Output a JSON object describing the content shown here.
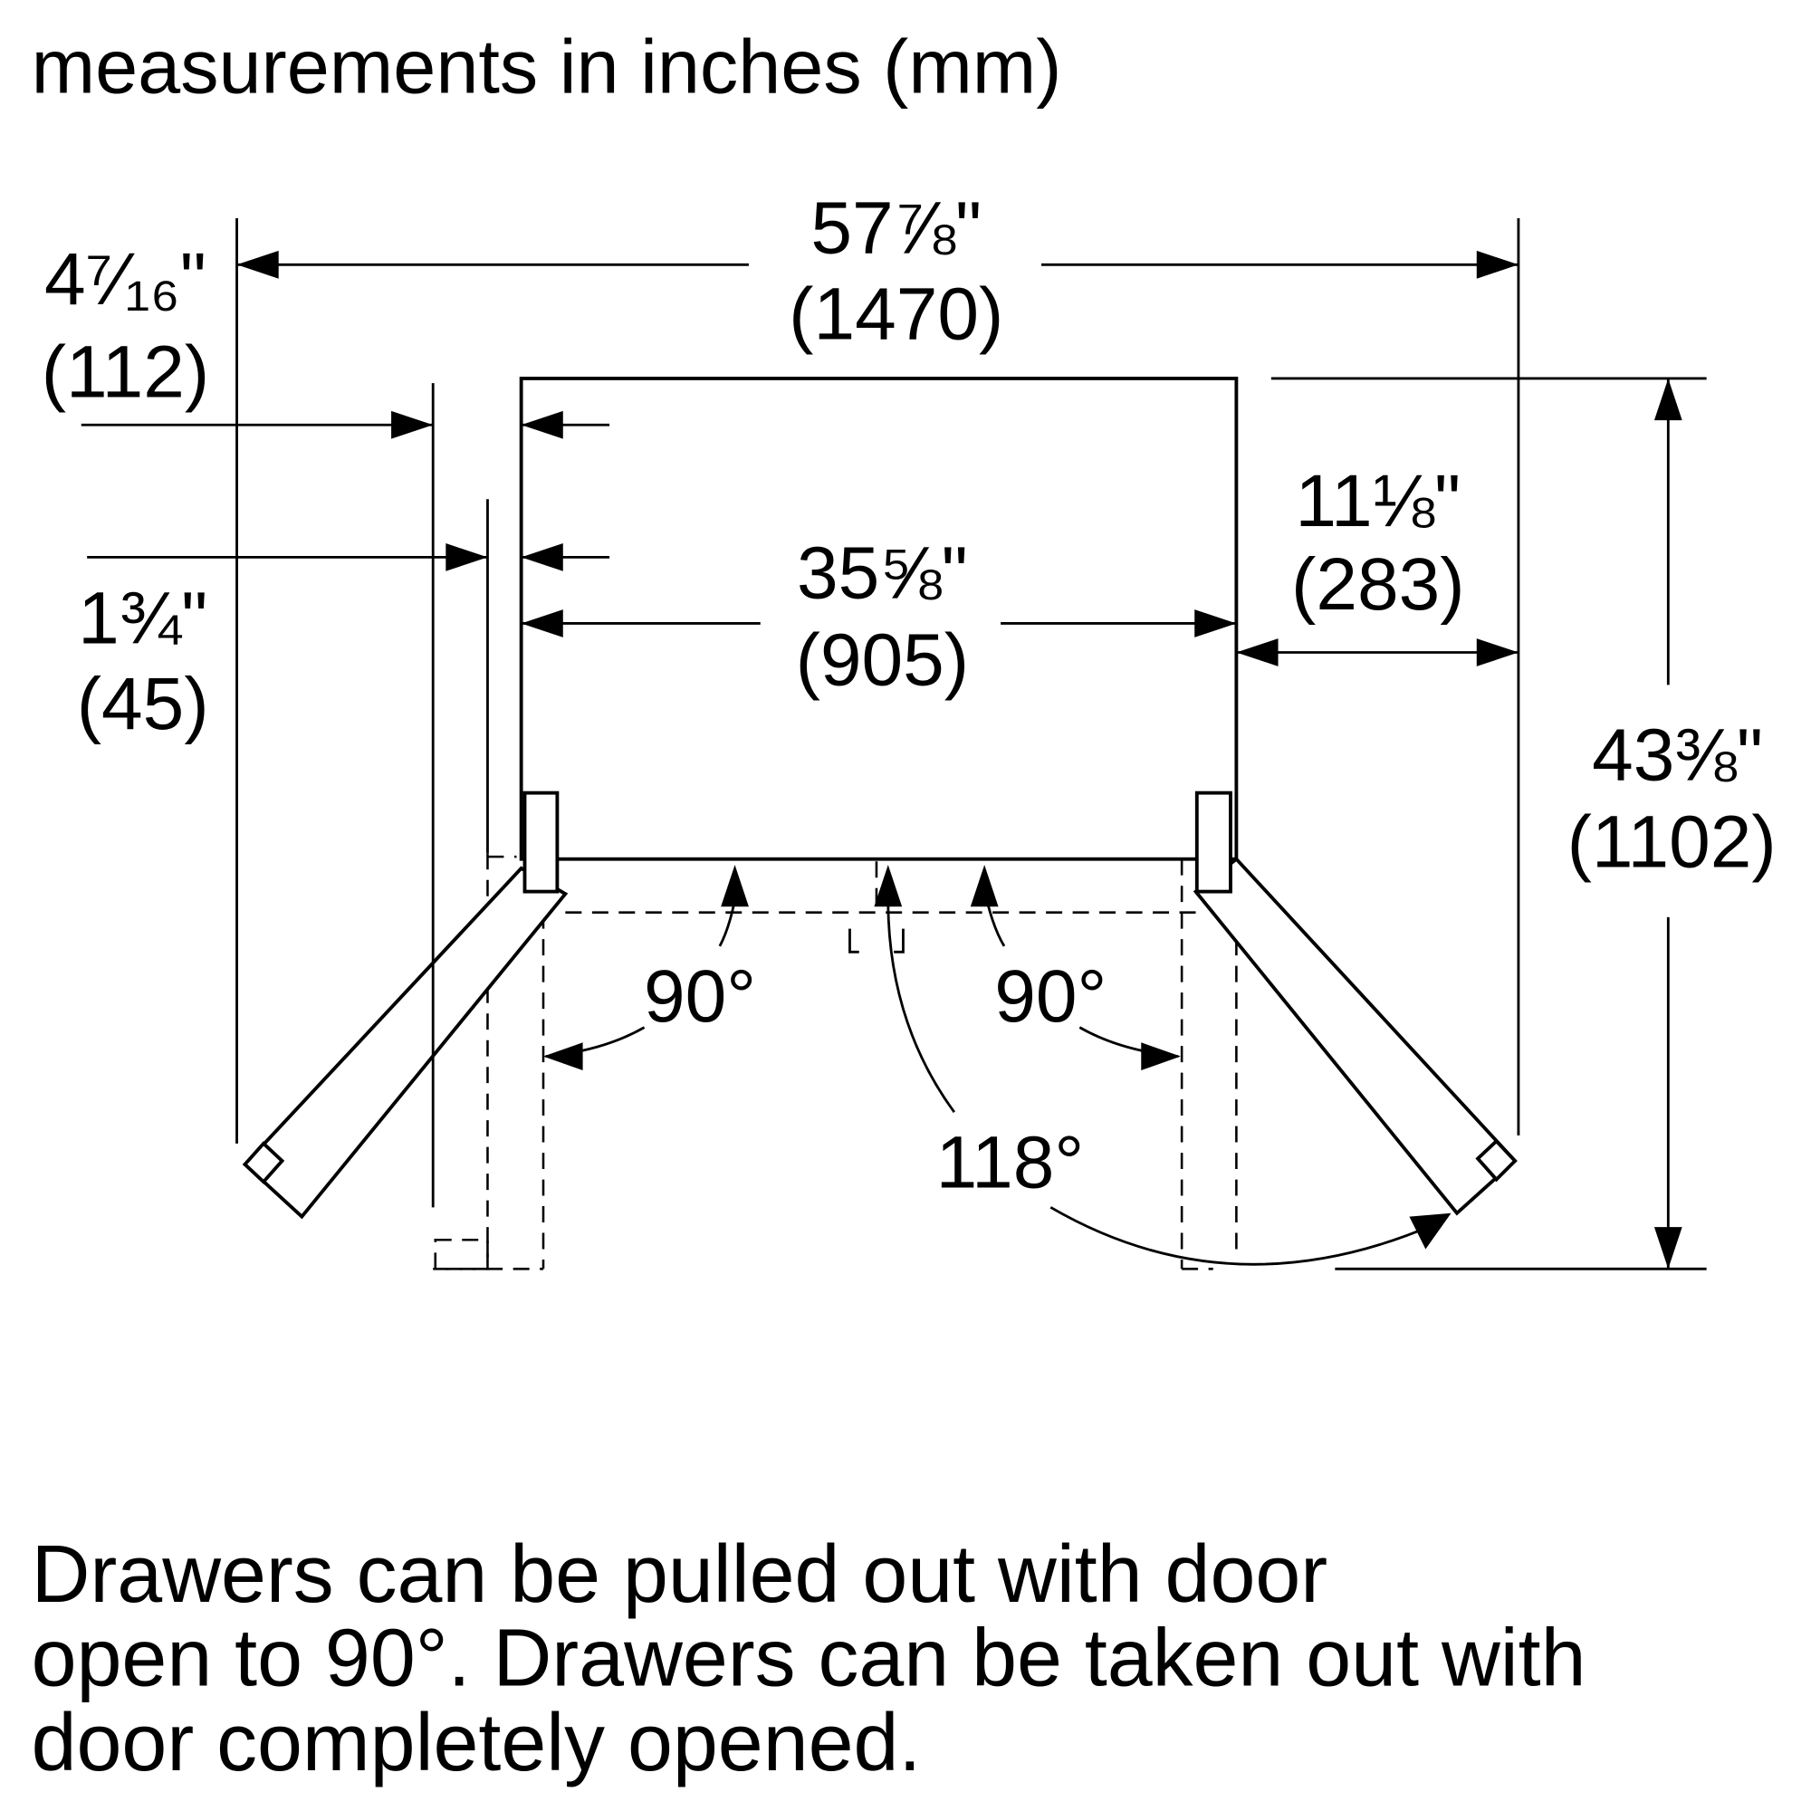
{
  "title": "measurements in inches (mm)",
  "dimensions": {
    "overall_width": {
      "in": "57⅞\"",
      "mm": "(1470)"
    },
    "left_clearance": {
      "in": "4⁷⁄₁₆\"",
      "mm": "(112)"
    },
    "door_thickness": {
      "in": "1¾\"",
      "mm": "(45)"
    },
    "cabinet_width": {
      "in": "35⅝\"",
      "mm": "(905)"
    },
    "right_clearance": {
      "in": "11⅛\"",
      "mm": "(283)"
    },
    "overall_depth": {
      "in": "43⅜\"",
      "mm": "(1102)"
    }
  },
  "angles": {
    "left": "90°",
    "right": "90°",
    "full": "118°"
  },
  "note": [
    "Drawers can be pulled out with door",
    "open to 90°. Drawers can be taken out with",
    "door completely opened."
  ]
}
